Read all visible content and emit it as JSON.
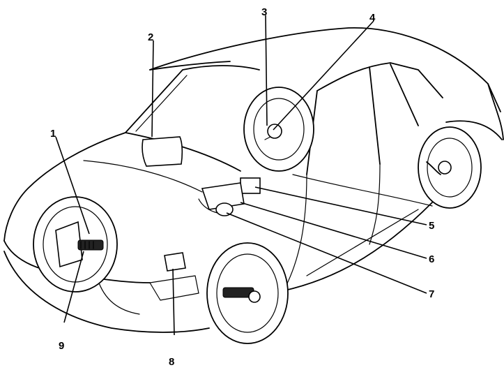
{
  "diagram": {
    "callouts": [
      {
        "id": "1",
        "label": "1"
      },
      {
        "id": "2",
        "label": "2"
      },
      {
        "id": "3",
        "label": "3"
      },
      {
        "id": "4",
        "label": "4"
      },
      {
        "id": "5",
        "label": "5"
      },
      {
        "id": "6",
        "label": "6"
      },
      {
        "id": "7",
        "label": "7"
      },
      {
        "id": "8",
        "label": "8"
      },
      {
        "id": "9",
        "label": "9"
      }
    ],
    "colors": {
      "ink": "#000000",
      "background": "#ffffff"
    }
  }
}
